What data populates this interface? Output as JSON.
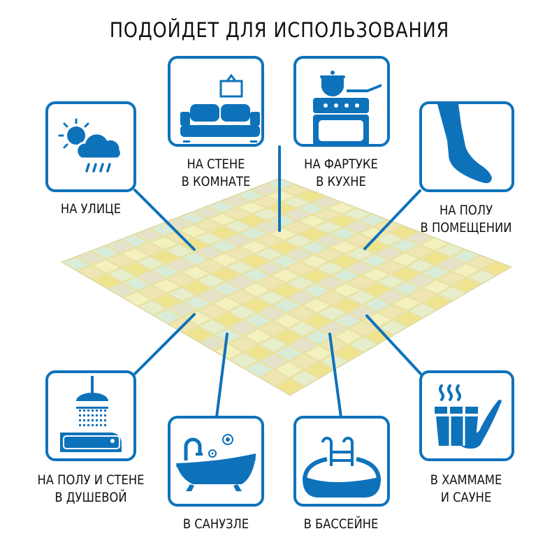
{
  "title": "ПОДОЙДЕТ ДЛЯ ИСПОЛЬЗОВАНИЯ",
  "accent_color": "#0e72bb",
  "product": {
    "name": "mosaic-tile-sheet",
    "colors": [
      "#f3f1c0",
      "#e6eecb",
      "#d9ecd9",
      "#efe6b3",
      "#f0e38e",
      "#e5e2cc"
    ]
  },
  "usages": [
    {
      "id": "outdoor",
      "icon": "sun-cloud-rain-icon",
      "line1": "НА УЛИЦЕ",
      "line2": ""
    },
    {
      "id": "living-room-wall",
      "icon": "sofa-picture-icon",
      "line1": "НА СТЕНЕ",
      "line2": "В КОМНАТЕ"
    },
    {
      "id": "kitchen-backsplash",
      "icon": "stove-pot-pan-icon",
      "line1": "НА ФАРТУКЕ",
      "line2": "В КУХНЕ"
    },
    {
      "id": "indoor-floor",
      "icon": "foot-icon",
      "line1": "НА ПОЛУ",
      "line2": "В ПОМЕЩЕНИИ"
    },
    {
      "id": "shower",
      "icon": "shower-icon",
      "line1": "НА ПОЛУ И СТЕНЕ",
      "line2": "В ДУШЕВОЙ"
    },
    {
      "id": "bathroom",
      "icon": "bathtub-icon",
      "line1": "В САНУЗЛЕ",
      "line2": ""
    },
    {
      "id": "pool",
      "icon": "pool-ladder-icon",
      "line1": "В БАССЕЙНЕ",
      "line2": ""
    },
    {
      "id": "sauna",
      "icon": "sauna-bucket-ladle-icon",
      "line1": "В ХАММАМЕ",
      "line2": "И САУНЕ"
    }
  ]
}
